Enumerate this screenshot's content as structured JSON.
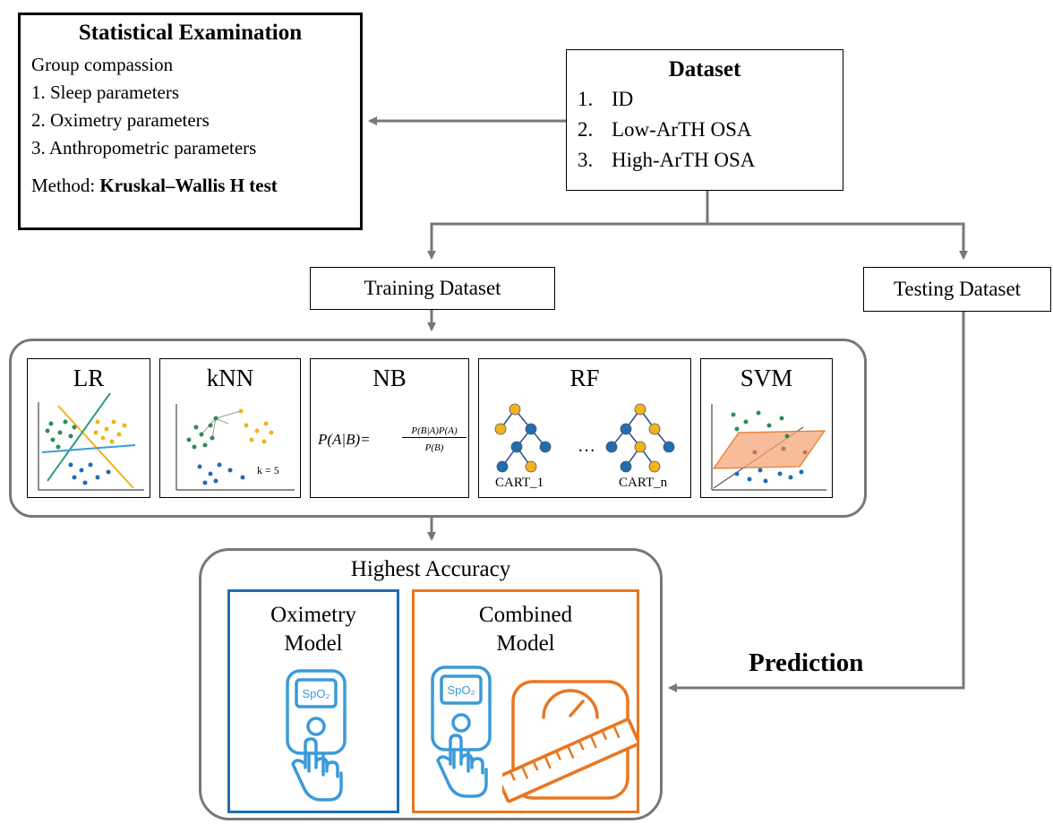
{
  "statistical": {
    "title": "Statistical Examination",
    "subtitle": "Group compassion",
    "items": [
      "1. Sleep parameters",
      "2. Oximetry parameters",
      "3. Anthropometric parameters"
    ],
    "method_prefix": "Method: ",
    "method_name": "Kruskal–Wallis H test"
  },
  "dataset": {
    "title": "Dataset",
    "items": [
      {
        "num": "1.",
        "text": "ID"
      },
      {
        "num": "2.",
        "text": "Low-ArTH OSA"
      },
      {
        "num": "3.",
        "text": "High-ArTH OSA"
      }
    ]
  },
  "training_label": "Training Dataset",
  "testing_label": "Testing Dataset",
  "models": {
    "lr": "LR",
    "knn": "kNN",
    "knn_k": "k = 5",
    "nb": "NB",
    "nb_formula_lhs": "P(A|B)=",
    "nb_num": "P(B|A)P(A)",
    "nb_den": "P(B)",
    "rf": "RF",
    "rf_cart1": "CART_1",
    "rf_ellipsis": "…",
    "rf_cartn": "CART_n",
    "svm": "SVM"
  },
  "highest_accuracy": "Highest Accuracy",
  "oximetry_model": {
    "line1": "Oximetry",
    "line2": "Model",
    "device_text": "SpO₂"
  },
  "combined_model": {
    "line1": "Combined",
    "line2": "Model",
    "device_text": "SpO₂"
  },
  "prediction": "Prediction",
  "colors": {
    "blue": "#1f6db3",
    "orange": "#e87722",
    "green": "#2e8b57",
    "yellow": "#f2b21c",
    "gray": "#777777"
  }
}
